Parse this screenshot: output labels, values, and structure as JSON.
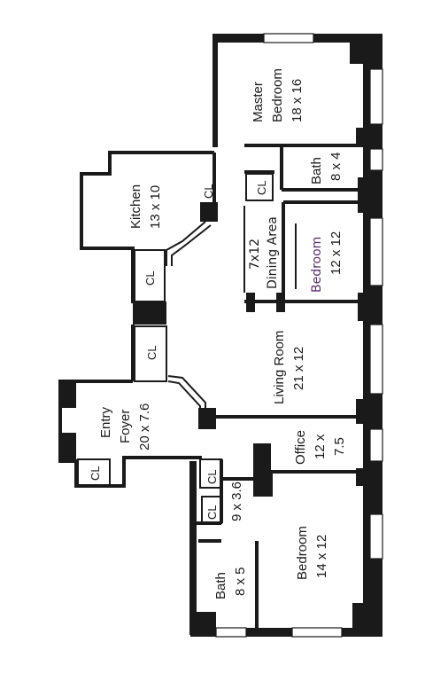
{
  "rooms": {
    "master_bedroom": {
      "name": "Master Bedroom",
      "line1": "Master",
      "line2": "Bedroom",
      "dims": "18 x 16"
    },
    "bath_top": {
      "name": "Bath",
      "dims": "8 x 4"
    },
    "closet_bath_top": {
      "name": "CL"
    },
    "kitchen": {
      "name": "Kitchen",
      "dims": "13 x 10"
    },
    "closet_kitchen": {
      "name": "CL"
    },
    "dining_area": {
      "name": "Dining Area",
      "dims": "7x12"
    },
    "bedroom_middle": {
      "name": "Bedroom",
      "dims": "12 x 12"
    },
    "closet_hall_1": {
      "name": "CL"
    },
    "closet_hall_2": {
      "name": "CL"
    },
    "living_room": {
      "name": "Living Room",
      "dims": "21 x 12"
    },
    "entry_foyer": {
      "name": "Entry Foyer",
      "line1": "Entry",
      "line2": "Foyer",
      "dims": "20 x 7.6"
    },
    "closet_entry": {
      "name": "CL"
    },
    "office": {
      "name": "Office",
      "dims_line1": "12 x",
      "dims_line2": "7.5"
    },
    "hall_closet_a": {
      "name": "CL"
    },
    "hall_closet_b": {
      "name": "CL"
    },
    "hall": {
      "dims": "9 x 3.6"
    },
    "bedroom_bottom": {
      "name": "Bedroom",
      "dims": "14 x 12"
    },
    "bath_bottom": {
      "name": "Bath",
      "dims": "8 x 5"
    }
  }
}
